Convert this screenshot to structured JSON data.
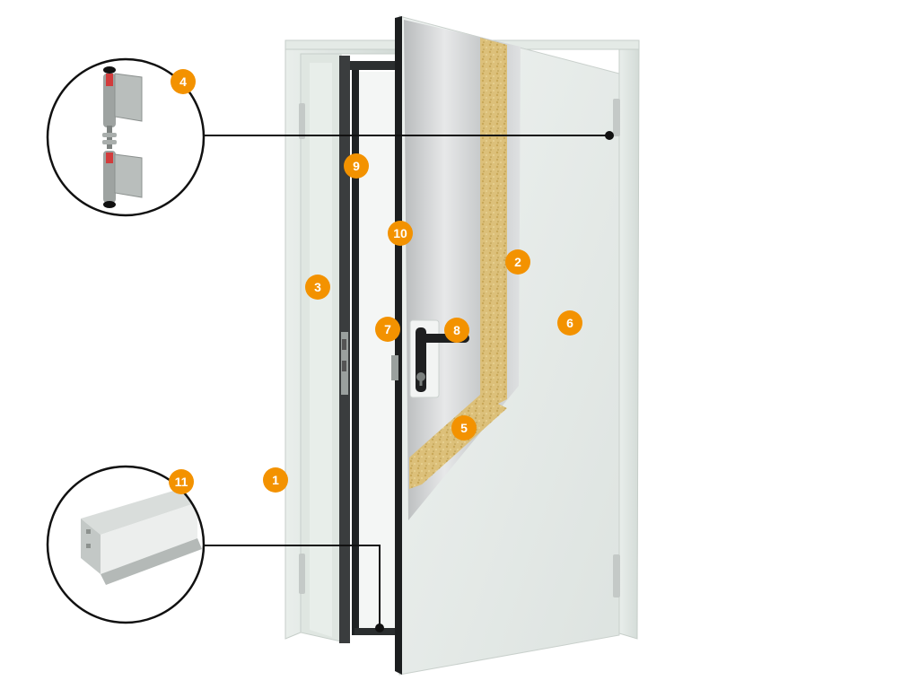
{
  "diagram": {
    "accent_color": "#f39200",
    "leader_color": "#111111",
    "door_color": "#e6ebe8",
    "frame_color": "#dfe6e2",
    "insulation_color": "#d8b96a",
    "metal_color": "#c9cccd",
    "callouts": [
      {
        "id": "1",
        "label": "1",
        "part": "frame"
      },
      {
        "id": "2",
        "label": "2",
        "part": "insulation-core"
      },
      {
        "id": "3",
        "label": "3",
        "part": "frame-rebate"
      },
      {
        "id": "4",
        "label": "4",
        "part": "hinge"
      },
      {
        "id": "5",
        "label": "5",
        "part": "insulation-edge"
      },
      {
        "id": "6",
        "label": "6",
        "part": "door-leaf"
      },
      {
        "id": "7",
        "label": "7",
        "part": "lock-latch"
      },
      {
        "id": "8",
        "label": "8",
        "part": "handle"
      },
      {
        "id": "9",
        "label": "9",
        "part": "seal"
      },
      {
        "id": "10",
        "label": "10",
        "part": "leaf-edge"
      },
      {
        "id": "11",
        "label": "11",
        "part": "threshold-profile"
      }
    ]
  }
}
